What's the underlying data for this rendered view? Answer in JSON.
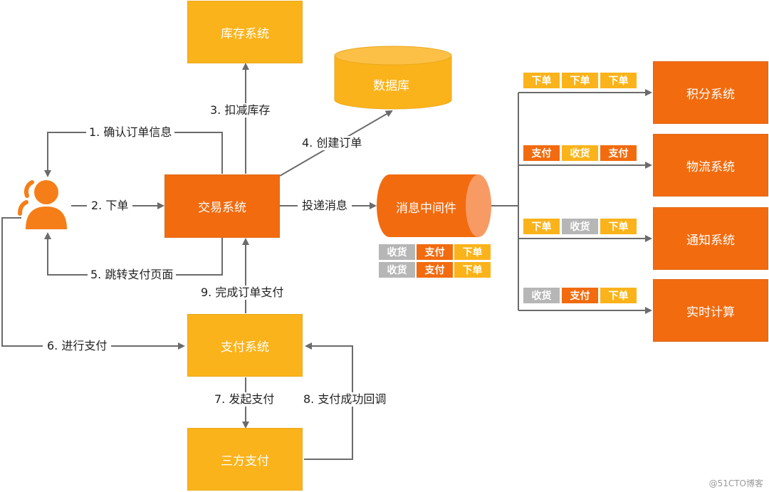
{
  "colors": {
    "orange": "#f26b0f",
    "yellow": "#fbb31b",
    "gray": "#b6b6b6",
    "line": "#6b6b6b"
  },
  "icons": {
    "user": "user-icon"
  },
  "boxes": {
    "inventory": "库存系统",
    "database": "数据库",
    "trade": "交易系统",
    "mq": "消息中间件",
    "payment": "支付系统",
    "third_party": "三方支付",
    "points": "积分系统",
    "logistics": "物流系统",
    "notify": "通知系统",
    "realtime": "实时计算"
  },
  "labels": {
    "s1": "1. 确认订单信息",
    "s2": "2. 下单",
    "s3": "3. 扣减库存",
    "s4": "4. 创建订单",
    "deliver": "投递消息",
    "s5": "5. 跳转支付页面",
    "s6": "6. 进行支付",
    "s7": "7. 发起支付",
    "s8": "8. 支付成功回调",
    "s9": "9. 完成订单支付"
  },
  "mq_rows": [
    [
      "收货",
      "支付",
      "下单"
    ],
    [
      "收货",
      "支付",
      "下单"
    ]
  ],
  "consumers": [
    {
      "tags": [
        "下单",
        "下单",
        "下单"
      ],
      "colors": [
        "y",
        "y",
        "y"
      ]
    },
    {
      "tags": [
        "支付",
        "收货",
        "支付"
      ],
      "colors": [
        "o",
        "y",
        "o"
      ]
    },
    {
      "tags": [
        "下单",
        "收货",
        "下单"
      ],
      "colors": [
        "y",
        "g",
        "y"
      ]
    },
    {
      "tags": [
        "收货",
        "支付",
        "下单"
      ],
      "colors": [
        "g",
        "o",
        "y"
      ]
    }
  ],
  "watermark": "@51CTO博客"
}
